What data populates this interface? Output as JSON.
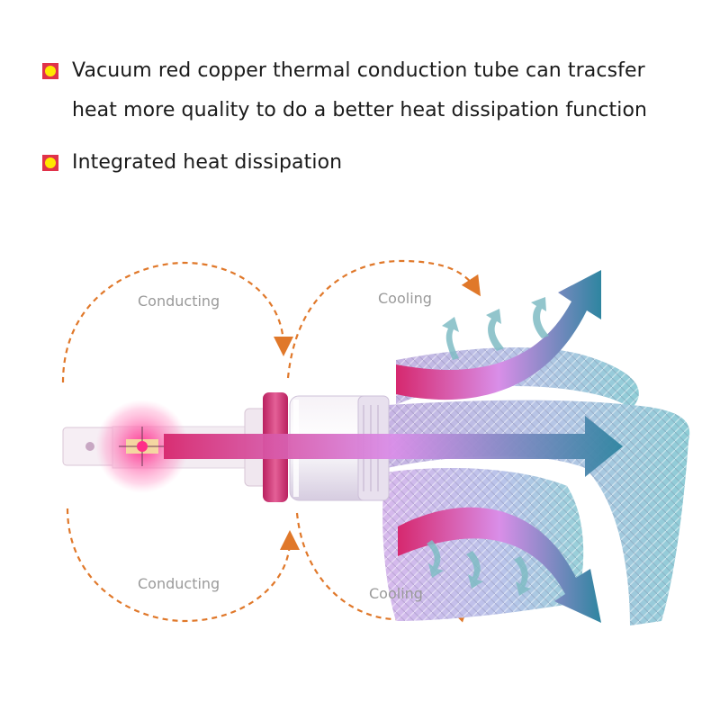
{
  "bullets": [
    {
      "line1": "Vacuum red copper thermal conduction tube can tracsfer",
      "line2": "heat more quality to do a better heat dissipation function"
    },
    {
      "line1": "Integrated heat dissipation"
    }
  ],
  "labels": {
    "conducting_top": "Conducting",
    "conducting_bottom": "Conducting",
    "cooling_top": "Cooling",
    "cooling_bottom": "Cooling"
  },
  "icons": {
    "bullet": "red-square-yellow-dot-icon",
    "dashed_arrow": "orange-dashed-arrow-icon",
    "heat_arrow": "pink-to-blue-gradient-arrow-icon",
    "small_arrow": "curved-teal-arrow-icon"
  },
  "colors": {
    "bullet_square": "#e0324a",
    "bullet_dot": "#ffe800",
    "dashed_orange": "#e0782a",
    "gradient_hot": "#d6286e",
    "gradient_mid": "#d98ee8",
    "gradient_cold": "#2e85a0",
    "braid_purple": "#c7b4e4",
    "braid_teal": "#8ecdd6",
    "ring_pink": "#d43b7a"
  }
}
